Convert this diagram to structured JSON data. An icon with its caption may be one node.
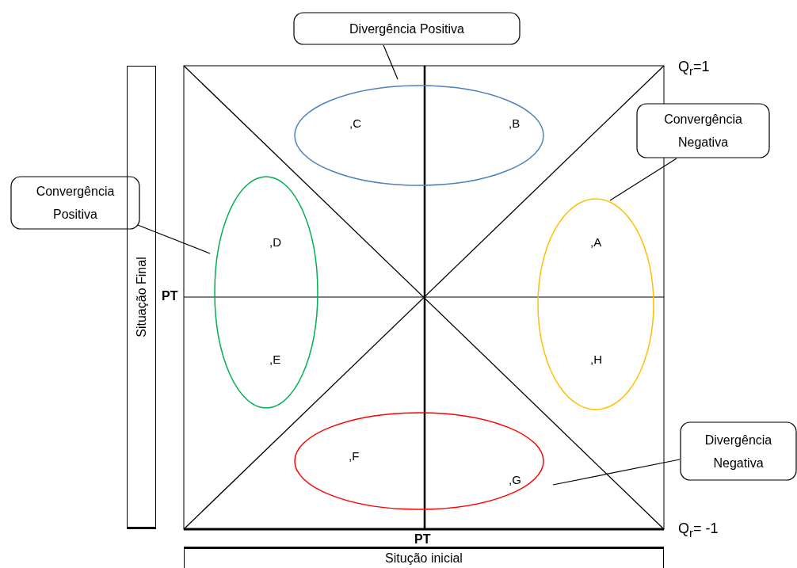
{
  "diagram": {
    "nodes": [
      {
        "text": [
          "Divergência Positiva"
        ]
      },
      {
        "text": [
          "Convergência Negativa"
        ]
      },
      {
        "text": [
          "Convergência Positiva"
        ]
      },
      {
        "text": [
          "Divergência Negativa"
        ]
      },
      {
        "text": [],
        "shape": "ellipse"
      },
      {
        "text": [],
        "shape": "ellipse"
      },
      {
        "text": [],
        "shape": "ellipse"
      },
      {
        "text": [],
        "shape": "ellipse"
      },
      {
        "text": [
          "Situação Final"
        ]
      },
      {
        "text": [
          "Situção inicial"
        ]
      }
    ],
    "edges": [
      {
        "from": 0,
        "to": 4,
        "arrow": "none"
      },
      {
        "from": 1,
        "to": 6,
        "arrow": "none"
      },
      {
        "from": 2,
        "to": 5,
        "arrow": "none"
      },
      {
        "from": 3,
        "to": 7,
        "arrow": "none"
      }
    ],
    "labels": [
      "Q$_{r}$=1",
      ",C",
      ",B",
      ",D",
      ",A",
      "PT",
      ",E",
      ",H",
      ",F",
      ",G",
      "PT",
      "Q$_{r}$= -1"
    ]
  }
}
